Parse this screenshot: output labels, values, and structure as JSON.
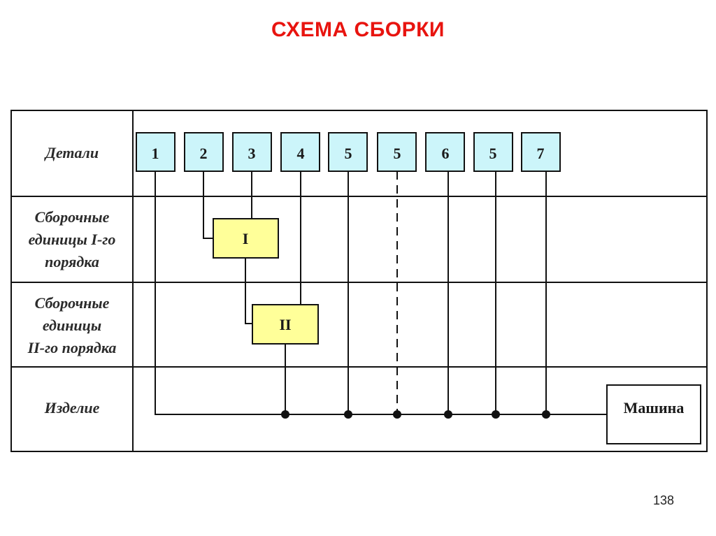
{
  "title": "СХЕМА СБОРКИ",
  "rows": {
    "details": "Детали",
    "units_first_order": [
      "Сборочные",
      "единицы I-го",
      "порядка"
    ],
    "units_second_order": [
      "Сборочные",
      "единицы",
      "II-го порядка"
    ],
    "product": "Изделие"
  },
  "parts": [
    "1",
    "2",
    "3",
    "4",
    "5",
    "5",
    "6",
    "5",
    "7"
  ],
  "assembly_units": {
    "first": "I",
    "second": "II"
  },
  "product_box": "Машина",
  "page_number": "138",
  "colors": {
    "title": "#e8140f",
    "part_fill": "#ccf5fa",
    "unit_fill": "#ffff99",
    "line": "#111111"
  }
}
